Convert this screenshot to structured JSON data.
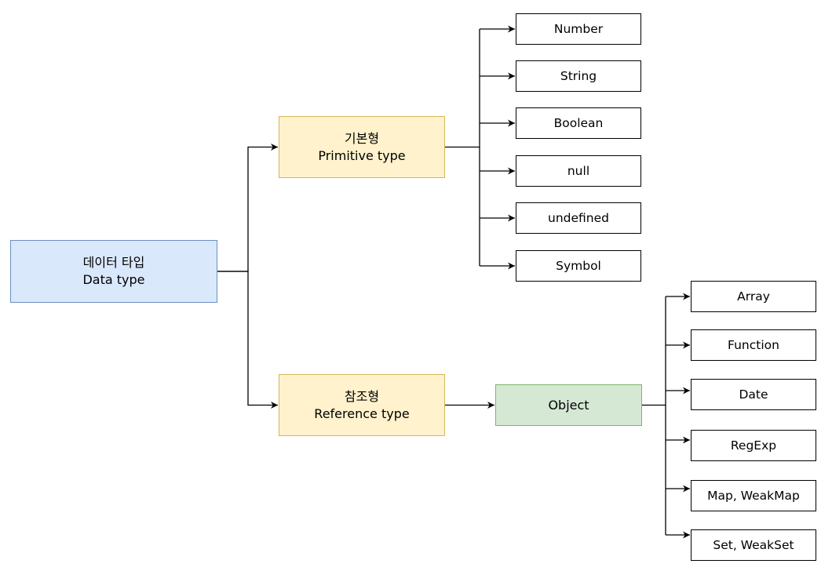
{
  "root": {
    "line1": "데이터 타입",
    "line2": "Data type"
  },
  "primitive": {
    "line1": "기본형",
    "line2": "Primitive type",
    "children": [
      "Number",
      "String",
      "Boolean",
      "null",
      "undefined",
      "Symbol"
    ]
  },
  "reference": {
    "line1": "참조형",
    "line2": "Reference type",
    "object": "Object",
    "children": [
      "Array",
      "Function",
      "Date",
      "RegExp",
      "Map, WeakMap",
      "Set, WeakSet"
    ]
  },
  "colors": {
    "root_fill": "#dae8fc",
    "root_stroke": "#6c8ebf",
    "type_fill": "#fff2cc",
    "type_stroke": "#d6b656",
    "object_fill": "#d5e8d4",
    "object_stroke": "#82b366",
    "line": "#000000"
  }
}
